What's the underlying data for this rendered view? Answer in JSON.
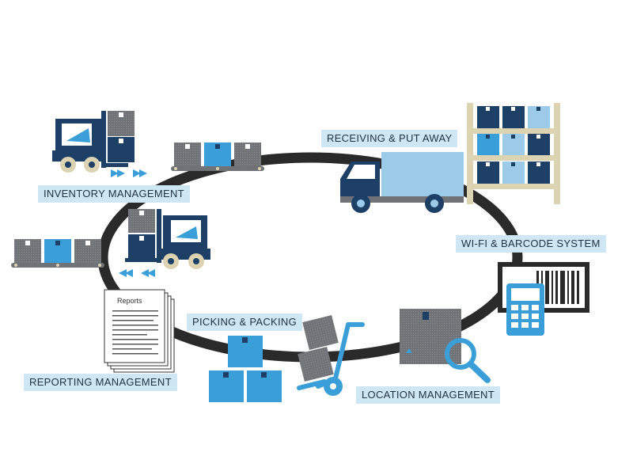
{
  "labels": {
    "inventory": "INVENTORY MANAGEMENT",
    "receiving": "RECEIVING & PUT AWAY",
    "wifi": "WI-FI & BARCODE SYSTEM",
    "picking": "PICKING & PACKING",
    "location": "LOCATION MANAGEMENT",
    "reporting": "REPORTING MANAGEMENT"
  },
  "report_doc": {
    "title": "Reports"
  },
  "colors": {
    "navy": "#1e3f66",
    "mid_blue": "#3a9fd8",
    "light_blue": "#9ccbea",
    "gray": "#6f7276",
    "loop": "#2a2a2a",
    "label_bg": "#cfe6f5",
    "rack_beige": "#dcd3b3"
  },
  "icons": [
    "forklift-icon",
    "truck-icon",
    "shelf-rack-icon",
    "barcode-scanner-icon",
    "magnifier-icon",
    "hand-truck-icon",
    "conveyor-icon",
    "reports-document-icon",
    "box-icon"
  ]
}
